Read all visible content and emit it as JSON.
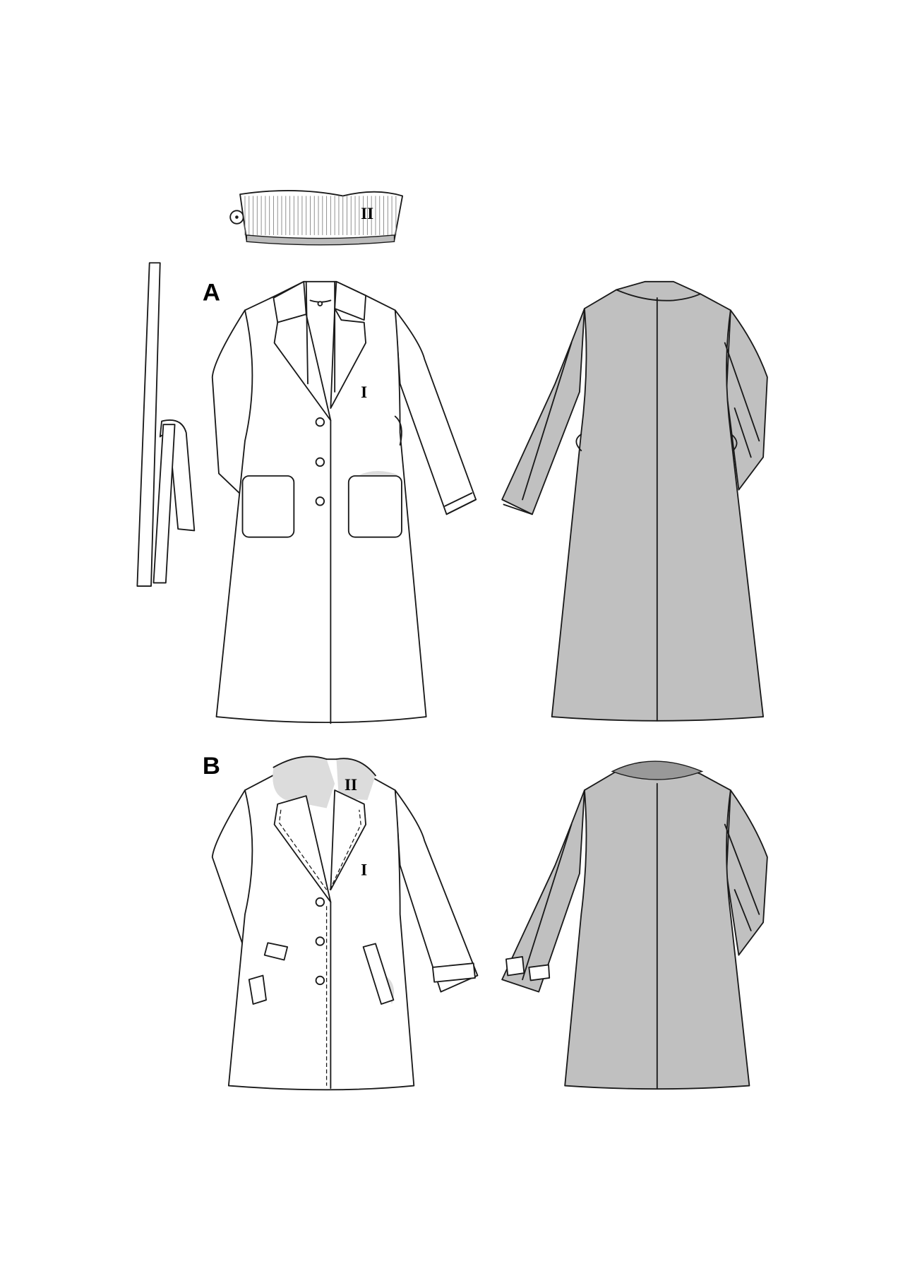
{
  "views": {
    "a": {
      "label": "A",
      "front_piece": "I"
    },
    "b": {
      "label": "B",
      "front_piece": "I",
      "collar_piece": "II"
    }
  },
  "detachable_collar": {
    "piece": "II"
  },
  "colors": {
    "back_fill": "#c0c0c0",
    "line": "#1a1a1a",
    "fur_fill": "#dcdcdc"
  }
}
